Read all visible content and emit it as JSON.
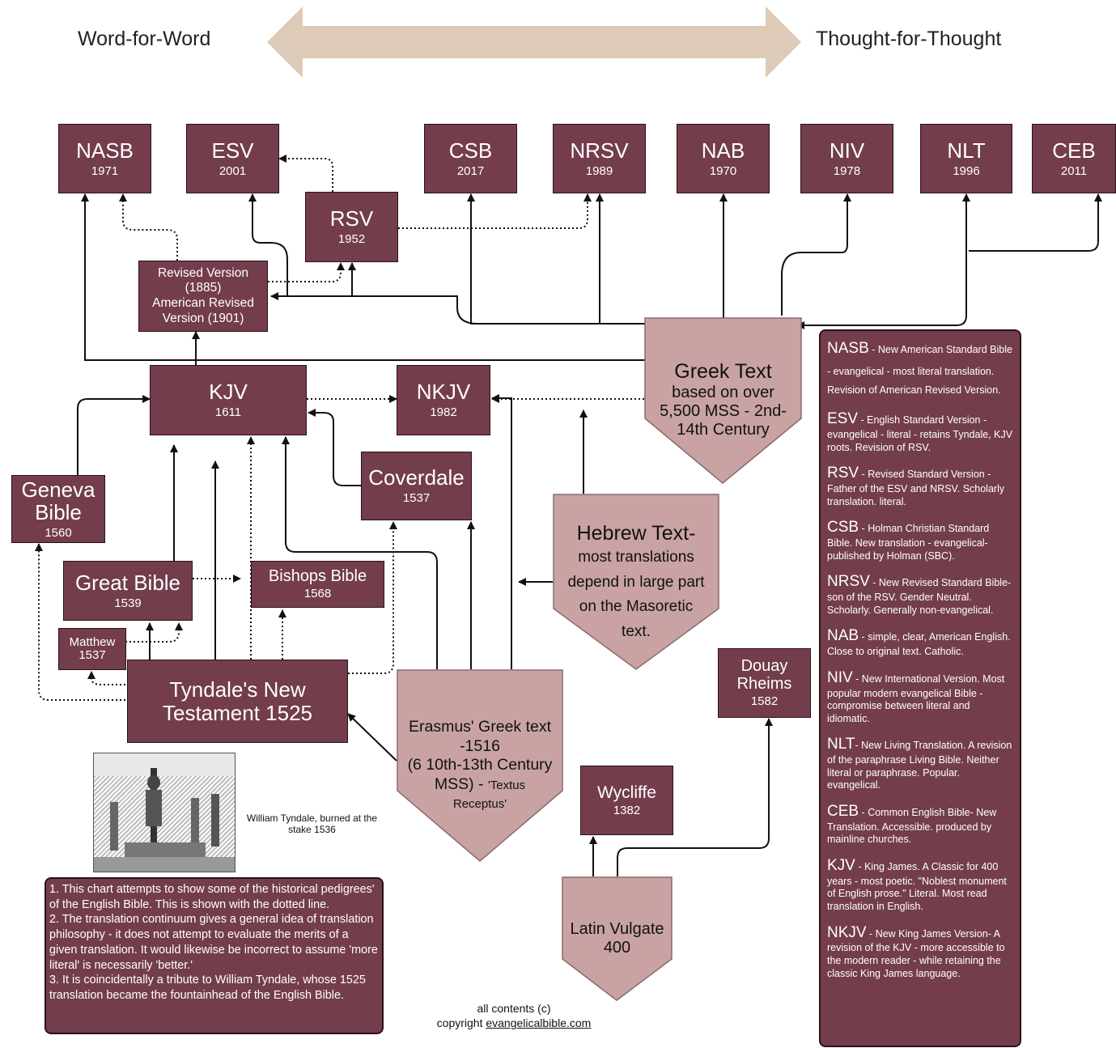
{
  "header": {
    "left_label": "Word-for-Word",
    "right_label": "Thought-for-Thought"
  },
  "translations": {
    "nasb": {
      "name": "NASB",
      "year": "1971"
    },
    "esv": {
      "name": "ESV",
      "year": "2001"
    },
    "csb": {
      "name": "CSB",
      "year": "2017"
    },
    "nrsv": {
      "name": "NRSV",
      "year": "1989"
    },
    "nab": {
      "name": "NAB",
      "year": "1970"
    },
    "niv": {
      "name": "NIV",
      "year": "1978"
    },
    "nlt": {
      "name": "NLT",
      "year": "1996"
    },
    "ceb": {
      "name": "CEB",
      "year": "2011"
    },
    "rsv": {
      "name": "RSV",
      "year": "1952"
    },
    "rv": {
      "line1": "Revised Version",
      "line2": "(1885)",
      "line3": "American Revised",
      "line4": "Version (1901)"
    },
    "kjv": {
      "name": "KJV",
      "year": "1611"
    },
    "nkjv": {
      "name": "NKJV",
      "year": "1982"
    },
    "geneva": {
      "line1": "Geneva",
      "line2": "Bible",
      "year": "1560"
    },
    "coverdale": {
      "name": "Coverdale",
      "year": "1537"
    },
    "great": {
      "name": "Great Bible",
      "year": "1539"
    },
    "bishops": {
      "name": "Bishops Bible",
      "year": "1568"
    },
    "matthew": {
      "name": "Matthew",
      "year": "1537"
    },
    "tyndale": {
      "line1": "Tyndale's New",
      "line2": "Testament 1525"
    },
    "douay": {
      "line1": "Douay",
      "line2": "Rheims",
      "year": "1582"
    },
    "wycliffe": {
      "name": "Wycliffe",
      "year": "1382"
    }
  },
  "sources": {
    "greek": {
      "title": "Greek Text",
      "line1": "based on over",
      "line2": "5,500 MSS - 2nd-",
      "line3": "14th Century"
    },
    "hebrew": {
      "title": "Hebrew Text-",
      "line1": "most translations",
      "line2": "depend in large part",
      "line3": "on the Masoretic",
      "line4": "text."
    },
    "erasmus": {
      "line1": "Erasmus' Greek text",
      "line2": "-1516",
      "line3": "(6 10th-13th Century",
      "line4a": "MSS) - ",
      "line4b": "'Textus",
      "line5": "Receptus'"
    },
    "vulgate": {
      "line1": "Latin Vulgate",
      "line2": "400"
    }
  },
  "legend": [
    {
      "abbr": "NASB",
      "sep": " - ",
      "desc": "New American Standard Bible - evangelical - most literal translation. Revision of American Revised Version."
    },
    {
      "abbr": "ESV",
      "sep": " - ",
      "desc": "English Standard Version - evangelical - literal - retains Tyndale, KJV roots. Revision of RSV."
    },
    {
      "abbr": "RSV",
      "sep": " - ",
      "desc": "Revised Standard Version - Father of the ESV and NRSV. Scholarly translation. literal."
    },
    {
      "abbr": "CSB",
      "sep": " - ",
      "desc": "Holman Christian Standard Bible. New translation - evangelical- published by Holman (SBC)."
    },
    {
      "abbr": "NRSV",
      "sep": " - ",
      "desc": "New Revised Standard Bible- son of the RSV. Gender Neutral. Scholarly. Generally non-evangelical."
    },
    {
      "abbr": "NAB",
      "sep": " - ",
      "desc": "simple, clear, American English.  Close to original text. Catholic."
    },
    {
      "abbr": "NIV",
      "sep": " - ",
      "desc": "New International Version. Most popular modern evangelical Bible -compromise between literal and idiomatic."
    },
    {
      "abbr": "NLT",
      "sep": "- ",
      "desc": "New Living Translation.  A revision of the paraphrase Living Bible. Neither literal or paraphrase. Popular. evangelical."
    },
    {
      "abbr": "CEB",
      "sep": " - ",
      "desc": "Common English Bible- New Translation. Accessible. produced by mainline churches."
    },
    {
      "abbr": "KJV",
      "sep": " - ",
      "desc": "King James.  A Classic for 400 years - most poetic. \"Noblest monument of English prose.\" Literal. Most read translation in English."
    },
    {
      "abbr": "NKJV",
      "sep": " -  ",
      "desc": "New King James Version- A revision of the KJV - more accessible to the modern reader - while retaining the classic King James language."
    }
  ],
  "notes": {
    "n1": "1. This chart attempts to show some of the historical pedigrees' of the English Bible.  This is shown with the dotted line.",
    "n2": "2. The translation continuum gives a general idea of translation philosophy - it does not attempt to evaluate the merits of a given translation. It would likewise be incorrect to assume 'more literal' is necessarily 'better.'",
    "n3": "3. It is coincidentally a tribute to William Tyndale, whose 1525 translation became the fountainhead of the English Bible."
  },
  "image_caption": "William Tyndale, burned at the stake 1536",
  "footer": {
    "line1": "all contents (c)",
    "prefix": "copyright ",
    "link": "evangelicalbible.com"
  },
  "colors": {
    "box": "#733d4c",
    "source": "#c9a3a4",
    "continuum_arrow": "#ddcbb7"
  }
}
